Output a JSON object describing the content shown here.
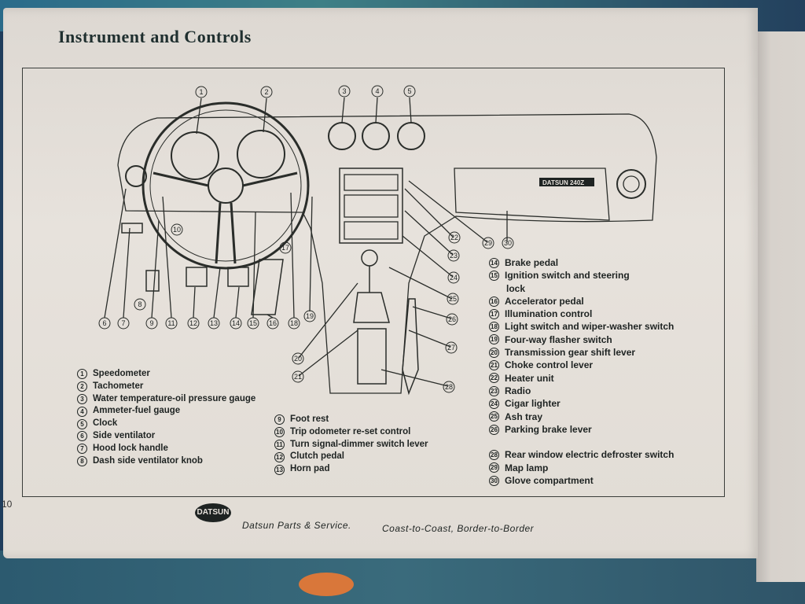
{
  "page": {
    "title": "Instrument and Controls",
    "page_number": "10"
  },
  "badge_text": "DATSUN 240Z",
  "legend_left": [
    {
      "n": "1",
      "label": "Speedometer"
    },
    {
      "n": "2",
      "label": "Tachometer"
    },
    {
      "n": "3",
      "label": "Water temperature-oil pressure gauge"
    },
    {
      "n": "4",
      "label": "Ammeter-fuel gauge"
    },
    {
      "n": "5",
      "label": "Clock"
    },
    {
      "n": "6",
      "label": "Side ventilator"
    },
    {
      "n": "7",
      "label": "Hood lock handle"
    },
    {
      "n": "8",
      "label": "Dash side ventilator knob"
    }
  ],
  "legend_middle": [
    {
      "n": "9",
      "label": "Foot rest"
    },
    {
      "n": "10",
      "label": "Trip odometer re-set control"
    },
    {
      "n": "11",
      "label": "Turn signal-dimmer switch lever"
    },
    {
      "n": "12",
      "label": "Clutch pedal"
    },
    {
      "n": "13",
      "label": "Horn pad"
    }
  ],
  "legend_right": [
    {
      "n": "14",
      "label": "Brake pedal"
    },
    {
      "n": "15",
      "label": "Ignition switch and steering"
    },
    {
      "n": "",
      "label": "lock"
    },
    {
      "n": "16",
      "label": "Accelerator pedal"
    },
    {
      "n": "17",
      "label": "Illumination control"
    },
    {
      "n": "18",
      "label": "Light switch and wiper-washer switch"
    },
    {
      "n": "19",
      "label": "Four-way flasher switch"
    },
    {
      "n": "20",
      "label": "Transmission gear shift lever"
    },
    {
      "n": "21",
      "label": "Choke control lever"
    },
    {
      "n": "22",
      "label": "Heater unit"
    },
    {
      "n": "23",
      "label": "Radio"
    },
    {
      "n": "24",
      "label": "Cigar lighter"
    },
    {
      "n": "25",
      "label": "Ash tray"
    },
    {
      "n": "26",
      "label": "Parking brake lever"
    },
    {
      "n": "",
      "label": ""
    },
    {
      "n": "28",
      "label": "Rear window electric defroster switch"
    },
    {
      "n": "29",
      "label": "Map lamp"
    },
    {
      "n": "30",
      "label": "Glove compartment"
    }
  ],
  "callouts": {
    "c1": "1",
    "c2": "2",
    "c3": "3",
    "c4": "4",
    "c5": "5",
    "c6": "6",
    "c7": "7",
    "c8": "8",
    "c9": "9",
    "c10": "10",
    "c11": "11",
    "c12": "12",
    "c13": "13",
    "c14": "14",
    "c15": "15",
    "c16": "16",
    "c17": "17",
    "c18": "18",
    "c19": "19",
    "c20": "20",
    "c21": "21",
    "c22": "22",
    "c23": "23",
    "c24": "24",
    "c25": "25",
    "c26": "26",
    "c27": "27",
    "c28": "28",
    "c29": "29",
    "c30": "30"
  },
  "footer": {
    "logo": "DATSUN",
    "left_text": "Datsun Parts & Service.",
    "right_text": "Coast-to-Coast, Border-to-Border"
  }
}
